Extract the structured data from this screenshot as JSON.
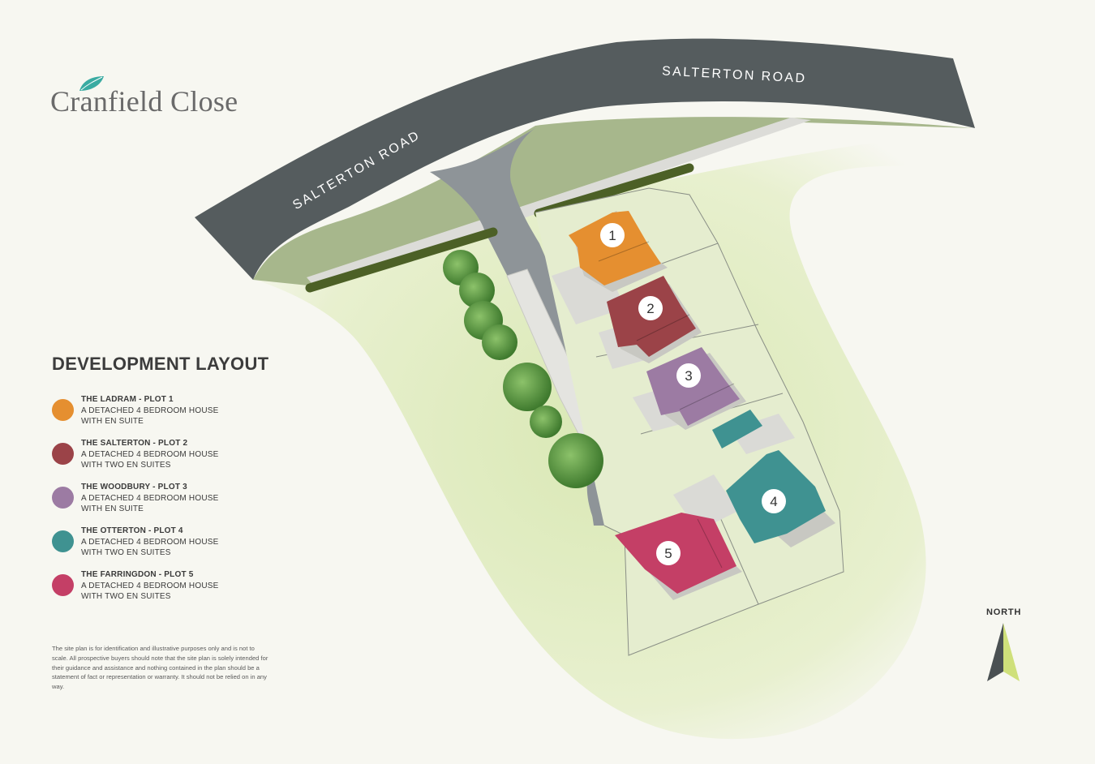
{
  "brand": {
    "name": "Cranfield Close",
    "leaf_color": "#3aaba2"
  },
  "roads": {
    "label_top": "SALTERTON ROAD",
    "label_left": "SALTERTON ROAD"
  },
  "legend": {
    "title": "DEVELOPMENT LAYOUT",
    "items": [
      {
        "name": "THE LADRAM - PLOT 1",
        "desc": "A DETACHED 4 BEDROOM HOUSE\nWITH EN SUITE",
        "color": "#e58f30"
      },
      {
        "name": "THE SALTERTON - PLOT 2",
        "desc": "A DETACHED 4 BEDROOM HOUSE\nWITH TWO EN SUITES",
        "color": "#9b4348"
      },
      {
        "name": "THE WOODBURY - PLOT 3",
        "desc": "A DETACHED 4 BEDROOM HOUSE\nWITH EN SUITE",
        "color": "#9c7ba3"
      },
      {
        "name": "THE OTTERTON - PLOT 4",
        "desc": "A DETACHED 4 BEDROOM HOUSE\nWITH TWO EN SUITES",
        "color": "#3f9291"
      },
      {
        "name": "THE FARRINGDON - PLOT 5",
        "desc": "A DETACHED 4 BEDROOM HOUSE\nWITH TWO EN SUITES",
        "color": "#c43f66"
      }
    ]
  },
  "plots": [
    {
      "number": "1",
      "color": "#e58f30"
    },
    {
      "number": "2",
      "color": "#9b4348"
    },
    {
      "number": "3",
      "color": "#9c7ba3"
    },
    {
      "number": "4",
      "color": "#3f9291"
    },
    {
      "number": "5",
      "color": "#c43f66"
    }
  ],
  "disclaimer": "The site plan is for identification and illustrative purposes only and is not to scale.  All prospective buyers should note that the site plan is solely intended for their guidance and assistance and nothing contained in the plan should be a statement of fact or representation or warranty.  It should not be relied on in any way.",
  "compass": {
    "label": "NORTH"
  }
}
